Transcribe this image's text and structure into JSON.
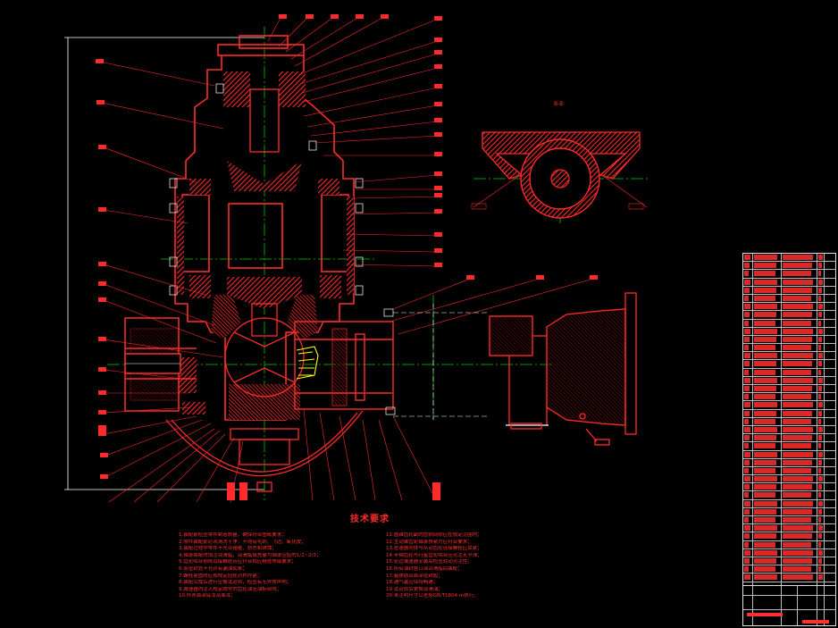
{
  "drawing": {
    "title": "技术要求",
    "section_label": "B-B",
    "notes_left": [
      "1.装配前检查零件制造质量，确保符合图纸要求；",
      "2.零件装配前必须清洗干净，不得有毛刺、飞边、氧化皮；",
      "3.装配过程中零件不允许磕碰、划伤和锈蚀；",
      "4.轴承装配时加注润滑脂，润滑脂填充量为轴承空腔的1/2~2/3；",
      "5.齿轮啮合侧隙及接触斑点应符合相应精度等级要求；",
      "6.各密封处不允许有漏油现象；",
      "7.螺栓紧固时应按规定扭矩对称拧紧；",
      "8.装配完成后进行空载试运转，检查有无异常声响；",
      "9.减速器内注入规定牌号的齿轮油至油标刻线；",
      "10.外表面涂底漆及面漆；"
    ],
    "notes_right": [
      "11.圆锥齿轮副的齿侧间隙应在规定范围内；",
      "12.主动锥齿轮轴承预紧力应符合要求；",
      "13.差速器壳体与从动齿轮连接螺栓应锁紧；",
      "14.半轴齿轮与行星齿轮啮合应灵活无卡滞；",
      "15.轮边减速器安装后检查转动灵活性；",
      "16.所有油封唇口涂润滑脂后装配；",
      "17.箱体结合面涂密封胶；",
      "18.通气塞应保持畅通；",
      "19.试运转后更换润滑油；",
      "20.未注明尺寸公差按GB/T1804-m执行。"
    ],
    "bom_rows": 40,
    "colors": {
      "background": "#000000",
      "outline": "#ff2a2a",
      "center_line": "#00c800",
      "section_hatch": "#ff2a2a",
      "highlight": "#ffff00",
      "dimension": "#ffffff",
      "table_border": "#dddddd"
    }
  }
}
